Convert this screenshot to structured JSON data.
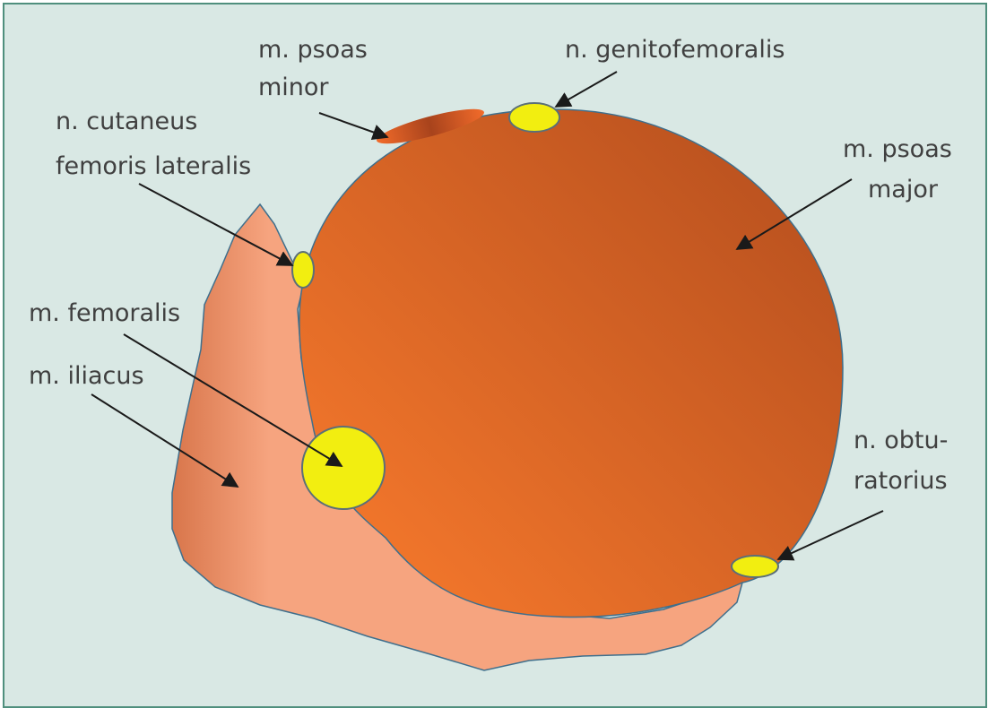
{
  "labels": {
    "psoas_minor": [
      "m. psoas",
      "minor"
    ],
    "genitofemoralis": [
      "n. genitofemoralis"
    ],
    "cutaneus": [
      "n. cutaneus",
      "femoris lateralis"
    ],
    "psoas_major": [
      "m. psoas",
      "major"
    ],
    "femoralis": [
      "m. femoralis"
    ],
    "iliacus": [
      "m. iliacus"
    ],
    "obturatorius": [
      "n. obtu-",
      "ratorius"
    ]
  },
  "colors": {
    "background": "#d9e8e4",
    "frame_border": "#4f8f7d",
    "psoas_major_light": "#f2762b",
    "psoas_major_dark": "#b9511f",
    "iliacus_dark": "#d8754a",
    "iliacus_light": "#f6a47f",
    "nerve_fill": "#f2ee10",
    "nerve_outline": "#5b6f78",
    "arrow": "#1a1a1a"
  }
}
